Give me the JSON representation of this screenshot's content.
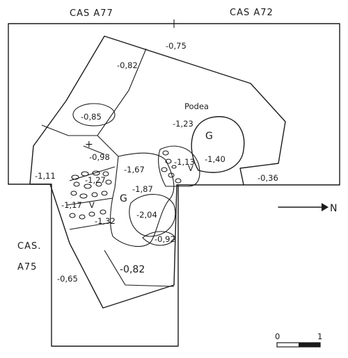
{
  "headers": {
    "left": "CAS A77",
    "right": "CAS A72"
  },
  "side_label": {
    "line1": "CAS.",
    "line2": "A75"
  },
  "north": {
    "label": "N"
  },
  "scale": {
    "start": "0",
    "end": "1"
  },
  "symbols": {
    "podea": "Podea",
    "g_right": "G",
    "g_left": "G",
    "cross": "+",
    "v_right": "V",
    "v_left": "V"
  },
  "elevations": {
    "e075": "-0,75",
    "e082a": "-0,82",
    "e085": "-0,85",
    "e123": "-1,23",
    "e140": "-1,40",
    "e098": "-0,98",
    "e113": "-1,13",
    "e111": "-1,11",
    "e127": "-1,27",
    "e167": "-1,67",
    "e036": "-0,36",
    "e187": "-1,87",
    "e117": "-1,17",
    "e204": "-2,04",
    "e132": "-1,32",
    "e092": "-0,92",
    "e065": "-0,65",
    "e082b": "-0,82"
  }
}
